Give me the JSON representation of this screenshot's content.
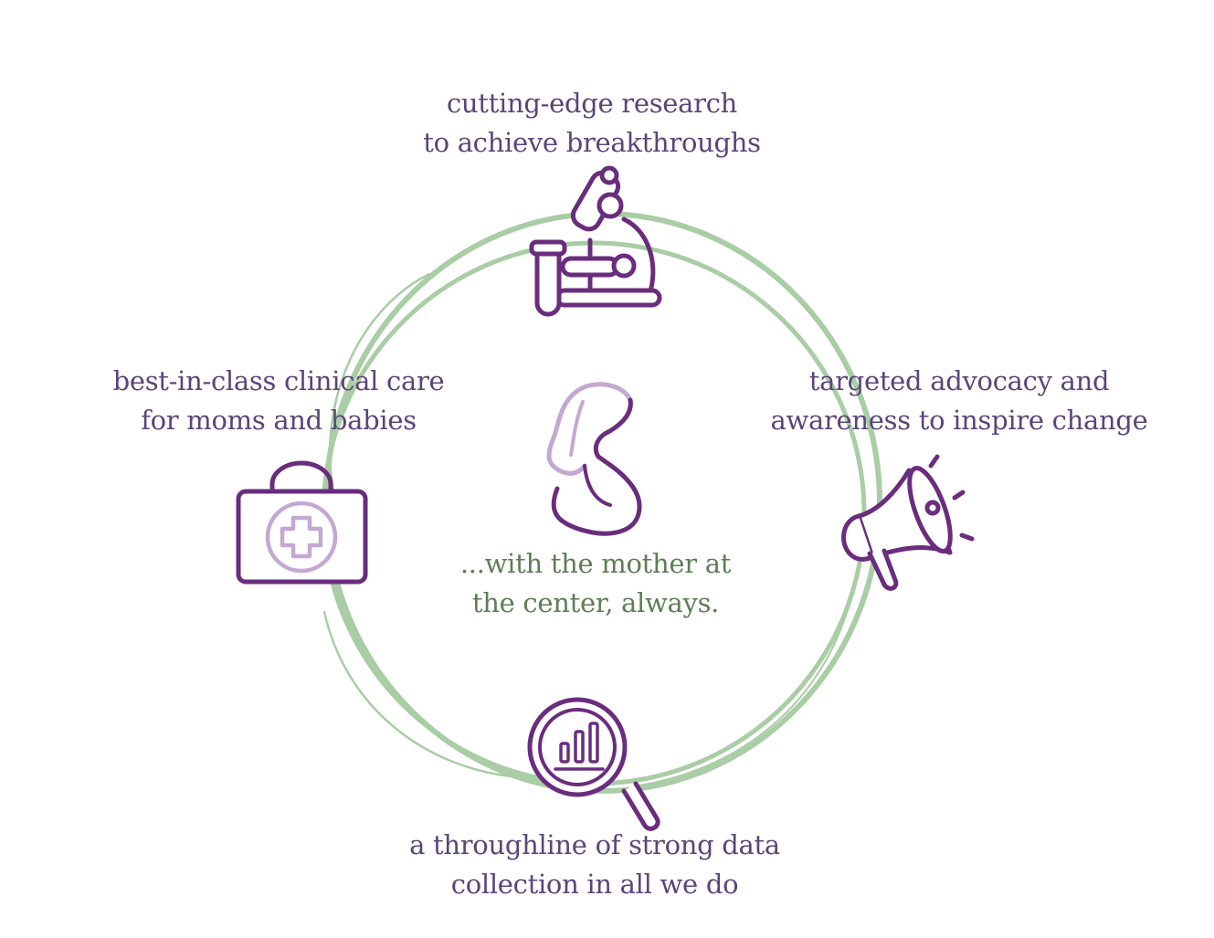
{
  "colors": {
    "accent_purple": "#6a2d7e",
    "light_purple": "#c4a8d2",
    "text_purple": "#5b4579",
    "ring_green": "#a9cda4",
    "center_text_green": "#5d7e55",
    "background": "#ffffff"
  },
  "nodes": {
    "top": {
      "icon": "microscope-icon",
      "line1": "cutting-edge research",
      "line2": "to achieve breakthroughs"
    },
    "left": {
      "icon": "medical-kit-icon",
      "line1": "best-in-class clinical care",
      "line2": "for moms and babies"
    },
    "right": {
      "icon": "megaphone-icon",
      "line1": "targeted advocacy and",
      "line2": "awareness to inspire change"
    },
    "bottom": {
      "icon": "data-magnifier-icon",
      "line1": "a throughline of strong data",
      "line2": "collection in all we do"
    }
  },
  "center": {
    "icon": "pregnant-mother-icon",
    "line1": "...with the mother at",
    "line2": "the center, always."
  }
}
